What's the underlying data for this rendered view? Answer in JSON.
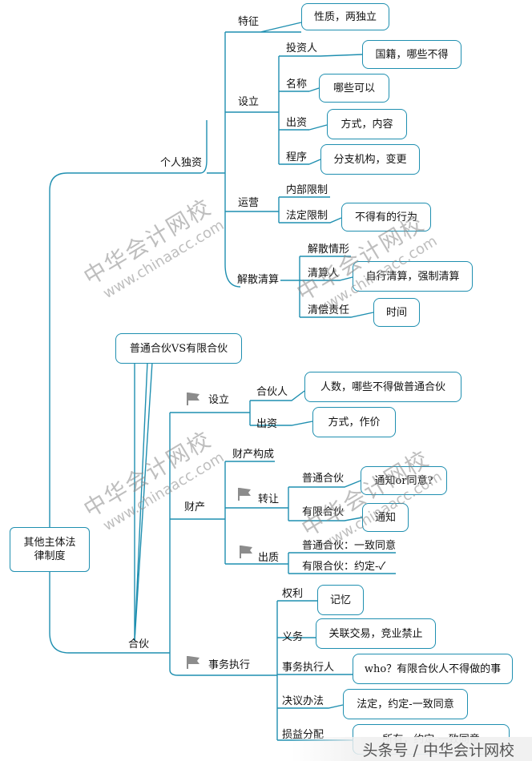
{
  "root": "其他主体法律制度",
  "sole": {
    "title": "个人独资",
    "features": {
      "title": "特征",
      "detail": "性质，两独立"
    },
    "setup": {
      "title": "设立",
      "investor": {
        "label": "投资人",
        "detail": "国籍，哪些不得"
      },
      "name": {
        "label": "名称",
        "detail": "哪些可以"
      },
      "capital": {
        "label": "出资",
        "detail": "方式，内容"
      },
      "procedure": {
        "label": "程序",
        "detail": "分支机构，变更"
      }
    },
    "operation": {
      "title": "运营",
      "internal": "内部限制",
      "legal": {
        "label": "法定限制",
        "detail": "不得有的行为"
      }
    },
    "dissolution": {
      "title": "解散清算",
      "cases": "解散情形",
      "liquidator": {
        "label": "清算人",
        "detail": "自行清算，强制清算"
      },
      "liability": {
        "label": "清偿责任",
        "detail": "时间"
      }
    }
  },
  "partnership": {
    "title": "合伙",
    "compare": "普通合伙VS有限合伙",
    "setup": {
      "title": "设立",
      "partner": {
        "label": "合伙人",
        "detail": "人数，哪些不得做普通合伙"
      },
      "capital": {
        "label": "出资",
        "detail": "方式，作价"
      }
    },
    "property": {
      "title": "财产",
      "composition": "财产构成",
      "transfer": {
        "title": "转让",
        "general": {
          "label": "普通合伙",
          "detail": "通知or同意?"
        },
        "limited": {
          "label": "有限合伙",
          "detail": "通知"
        }
      },
      "pledge": {
        "title": "出质",
        "general": "普通合伙：一致同意",
        "limited": "有限合伙：约定-✓"
      }
    },
    "affairs": {
      "title": "事务执行",
      "rights": {
        "label": "权利",
        "detail": "记忆"
      },
      "duties": {
        "label": "义务",
        "detail": "关联交易，竞业禁止"
      },
      "executor": {
        "label": "事务执行人",
        "detail": "who？有限合伙人不得做的事"
      },
      "resolution": {
        "label": "决议办法",
        "detail": "法定，约定-一致同意"
      },
      "loss": {
        "label": "损益分配",
        "detail": "所有，约定-一致同意"
      }
    }
  },
  "watermark": {
    "cn": "中华会计网校",
    "en": "www.chinaacc.com"
  },
  "footer": "头条号 / 中华会计网校",
  "colors": {
    "line": "#1f8fb0",
    "box_border": "#1f8fb0",
    "flag": "#8c8c8c"
  }
}
